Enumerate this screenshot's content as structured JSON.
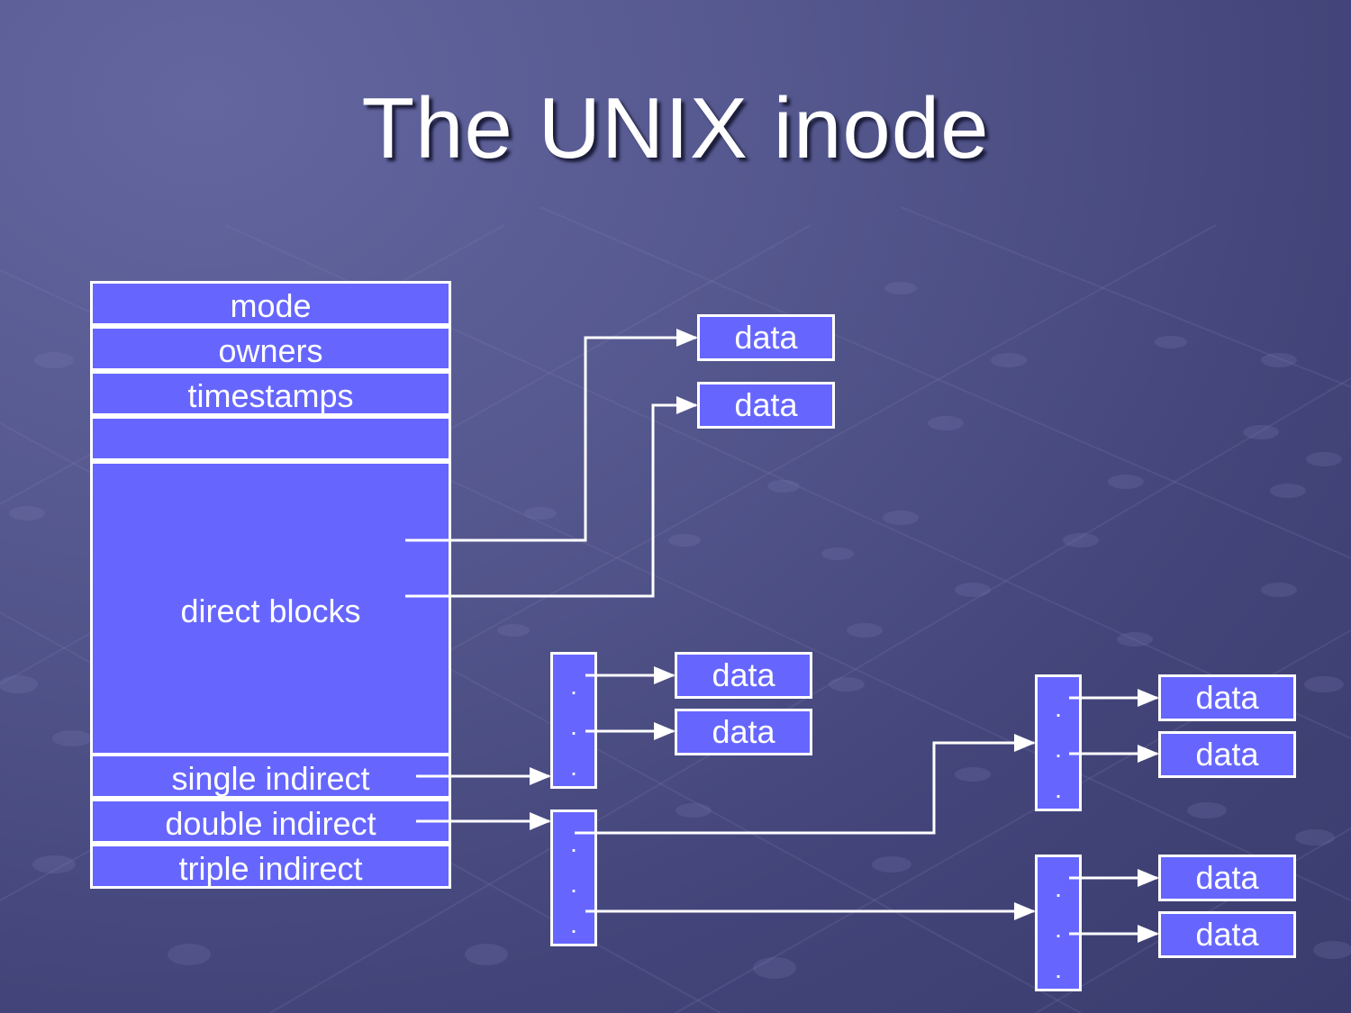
{
  "title": "The UNIX inode",
  "inode": {
    "mode": "mode",
    "owners": "owners",
    "timestamps": "timestamps",
    "blank": "",
    "direct": "direct blocks",
    "single": "single indirect",
    "double": "double indirect",
    "triple": "triple indirect"
  },
  "data_label": "data",
  "dot": ".",
  "colors": {
    "box_fill": "#6666ff",
    "border": "#ffffff",
    "background": "#4f5287"
  }
}
